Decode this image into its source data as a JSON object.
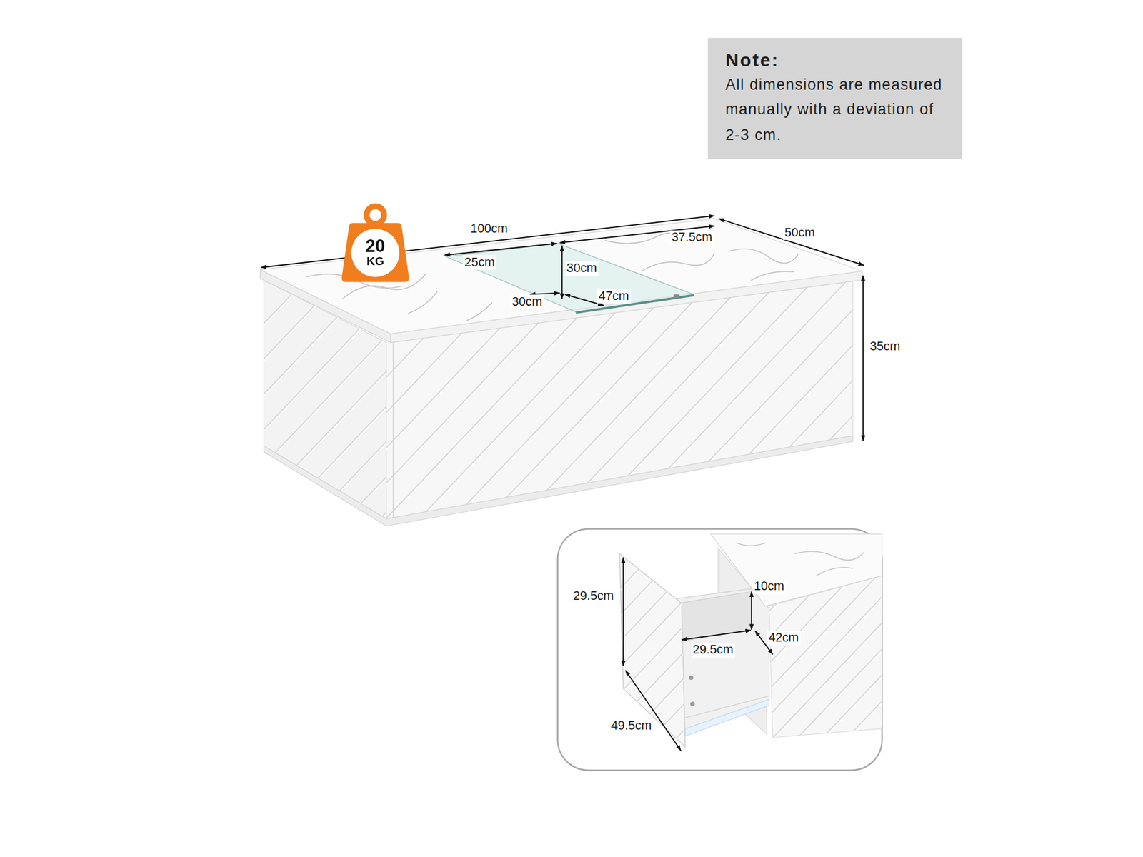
{
  "diagram": {
    "nodes": [
      {
        "text": [
          "Note:",
          "All dimensions are measured manually with a deviation of 2-3 cm."
        ]
      },
      {
        "text": [
          "20",
          "KG"
        ]
      }
    ],
    "labels": [
      "100cm",
      "37.5cm",
      "50cm",
      "25cm",
      "30cm",
      "30cm",
      "47cm",
      "35cm",
      "29.5cm",
      "10cm",
      "42cm",
      "29.5cm",
      "49.5cm"
    ]
  }
}
